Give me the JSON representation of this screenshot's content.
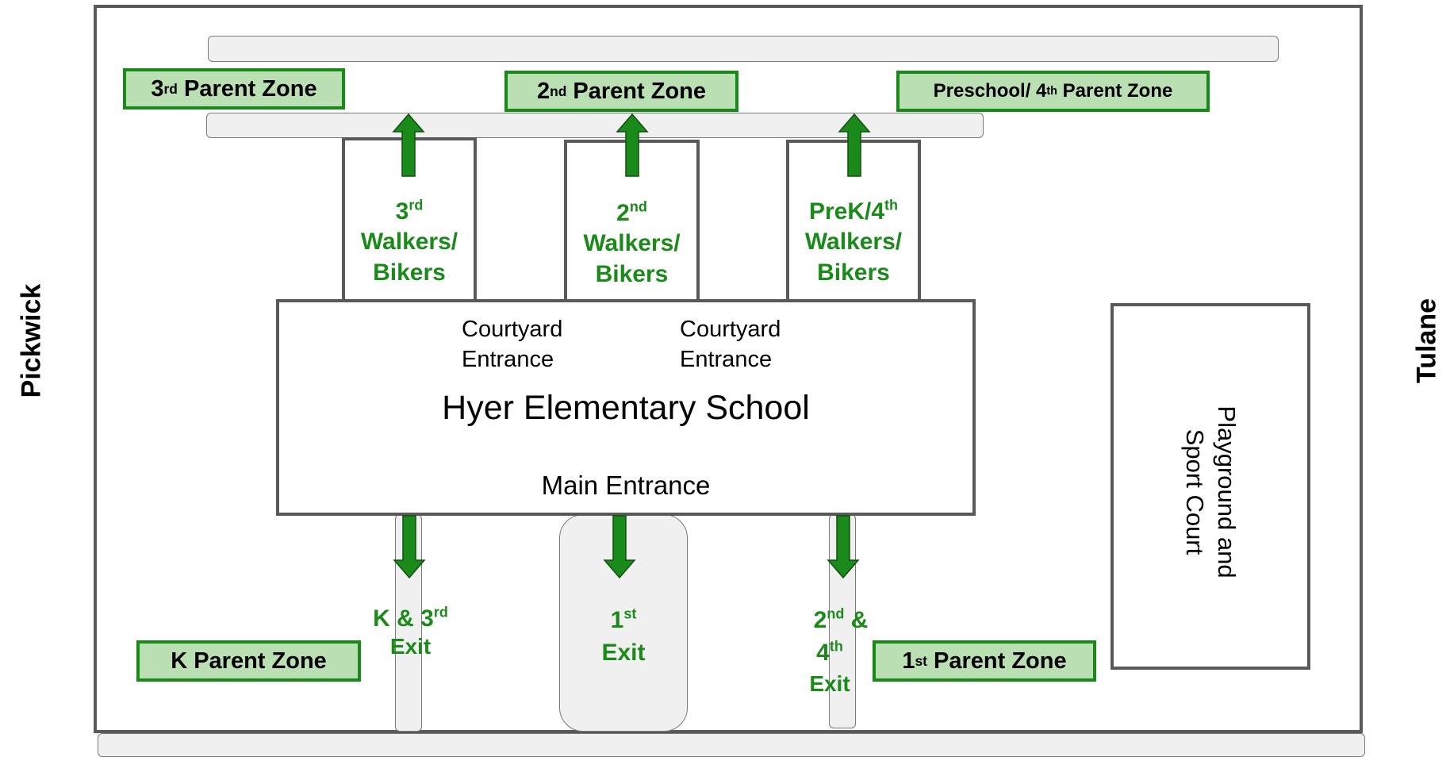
{
  "streets": {
    "left": "Pickwick",
    "right": "Tulane"
  },
  "school": {
    "name": "Hyer Elementary School",
    "courtyard_entrance_1": [
      "Courtyard",
      "Entrance"
    ],
    "courtyard_entrance_2": [
      "Courtyard",
      "Entrance"
    ],
    "main_entrance": "Main Entrance"
  },
  "playground": {
    "line1": "Playground and",
    "line2": "Sport Court"
  },
  "parent_zones": {
    "third": {
      "num": "3",
      "sup": "rd",
      "text": " Parent Zone"
    },
    "second": {
      "num": "2",
      "sup": "nd",
      "text": " Parent Zone"
    },
    "fourth": {
      "pre": "Preschool/ 4",
      "sup": "th",
      "text": " Parent Zone"
    },
    "k": {
      "text": "K Parent Zone"
    },
    "first": {
      "num": "1",
      "sup": "st",
      "text": " Parent Zone"
    }
  },
  "walkers": {
    "third": {
      "num": "3",
      "sup": "rd",
      "line2": "Walkers/",
      "line3": "Bikers"
    },
    "second": {
      "num": "2",
      "sup": "nd",
      "line2": "Walkers/",
      "line3": "Bikers"
    },
    "prek": {
      "num": "PreK/4",
      "sup": "th",
      "line2": "Walkers/",
      "line3": "Bikers"
    }
  },
  "exits": {
    "k3": {
      "a": "K & 3",
      "sup": "rd",
      "b": "Exit"
    },
    "first": {
      "num": "1",
      "sup": "st",
      "b": "Exit"
    },
    "second4": {
      "num": "2",
      "sup": "nd",
      "amp": " &",
      "num2": "4",
      "sup2": "th",
      "b": "Exit"
    }
  },
  "colors": {
    "zone_fill": "#b9dfb3",
    "zone_border": "#198a19",
    "arrow": "#1a8a1a",
    "text_green": "#1b8a1b",
    "outline": "#595959"
  }
}
